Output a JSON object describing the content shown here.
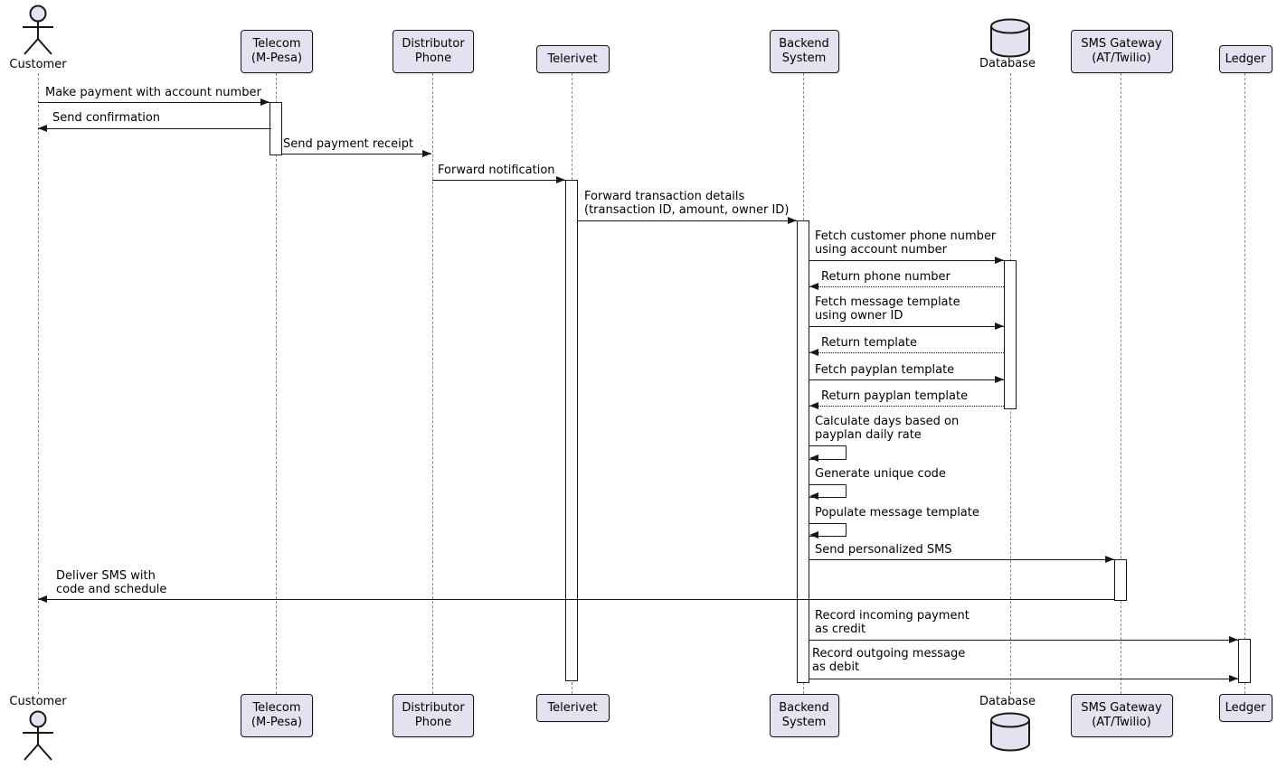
{
  "diagram": {
    "kind": "uml-sequence-diagram",
    "participants": [
      {
        "id": "customer",
        "label": "Customer",
        "type": "actor"
      },
      {
        "id": "telecom",
        "label": "Telecom\n(M-Pesa)",
        "type": "participant"
      },
      {
        "id": "distributor",
        "label": "Distributor\nPhone",
        "type": "participant"
      },
      {
        "id": "telerivet",
        "label": "Telerivet",
        "type": "participant"
      },
      {
        "id": "backend",
        "label": "Backend\nSystem",
        "type": "participant"
      },
      {
        "id": "database",
        "label": "Database",
        "type": "database"
      },
      {
        "id": "smsgw",
        "label": "SMS Gateway\n(AT/Twilio)",
        "type": "participant"
      },
      {
        "id": "ledger",
        "label": "Ledger",
        "type": "participant"
      }
    ],
    "messages": [
      {
        "from": "customer",
        "to": "telecom",
        "label": "Make payment with account number",
        "style": "solid"
      },
      {
        "from": "telecom",
        "to": "customer",
        "label": "Send confirmation",
        "style": "solid"
      },
      {
        "from": "telecom",
        "to": "distributor",
        "label": "Send payment receipt",
        "style": "solid"
      },
      {
        "from": "distributor",
        "to": "telerivet",
        "label": "Forward notification",
        "style": "solid"
      },
      {
        "from": "telerivet",
        "to": "backend",
        "label": "Forward transaction details\n(transaction ID, amount, owner ID)",
        "style": "solid"
      },
      {
        "from": "backend",
        "to": "database",
        "label": "Fetch customer phone number\nusing account number",
        "style": "solid"
      },
      {
        "from": "database",
        "to": "backend",
        "label": "Return phone number",
        "style": "dotted"
      },
      {
        "from": "backend",
        "to": "database",
        "label": "Fetch message template\nusing owner ID",
        "style": "solid"
      },
      {
        "from": "database",
        "to": "backend",
        "label": "Return template",
        "style": "dotted"
      },
      {
        "from": "backend",
        "to": "database",
        "label": "Fetch payplan template",
        "style": "solid"
      },
      {
        "from": "database",
        "to": "backend",
        "label": "Return payplan template",
        "style": "dotted"
      },
      {
        "from": "backend",
        "to": "backend",
        "label": "Calculate days based on\npayplan daily rate",
        "style": "self"
      },
      {
        "from": "backend",
        "to": "backend",
        "label": "Generate unique code",
        "style": "self"
      },
      {
        "from": "backend",
        "to": "backend",
        "label": "Populate message template",
        "style": "self"
      },
      {
        "from": "backend",
        "to": "smsgw",
        "label": "Send personalized SMS",
        "style": "solid"
      },
      {
        "from": "smsgw",
        "to": "customer",
        "label": "Deliver SMS with\ncode and schedule",
        "style": "solid"
      },
      {
        "from": "backend",
        "to": "ledger",
        "label": "Record incoming payment\nas credit",
        "style": "solid"
      },
      {
        "from": "backend",
        "to": "ledger",
        "label": "Record outgoing message\nas debit",
        "style": "solid"
      }
    ],
    "colors": {
      "participant_fill": "#E2E2F0",
      "border": "#181818",
      "lifeline": "#8a8a8a",
      "text": "#000000",
      "background": "#ffffff"
    }
  }
}
